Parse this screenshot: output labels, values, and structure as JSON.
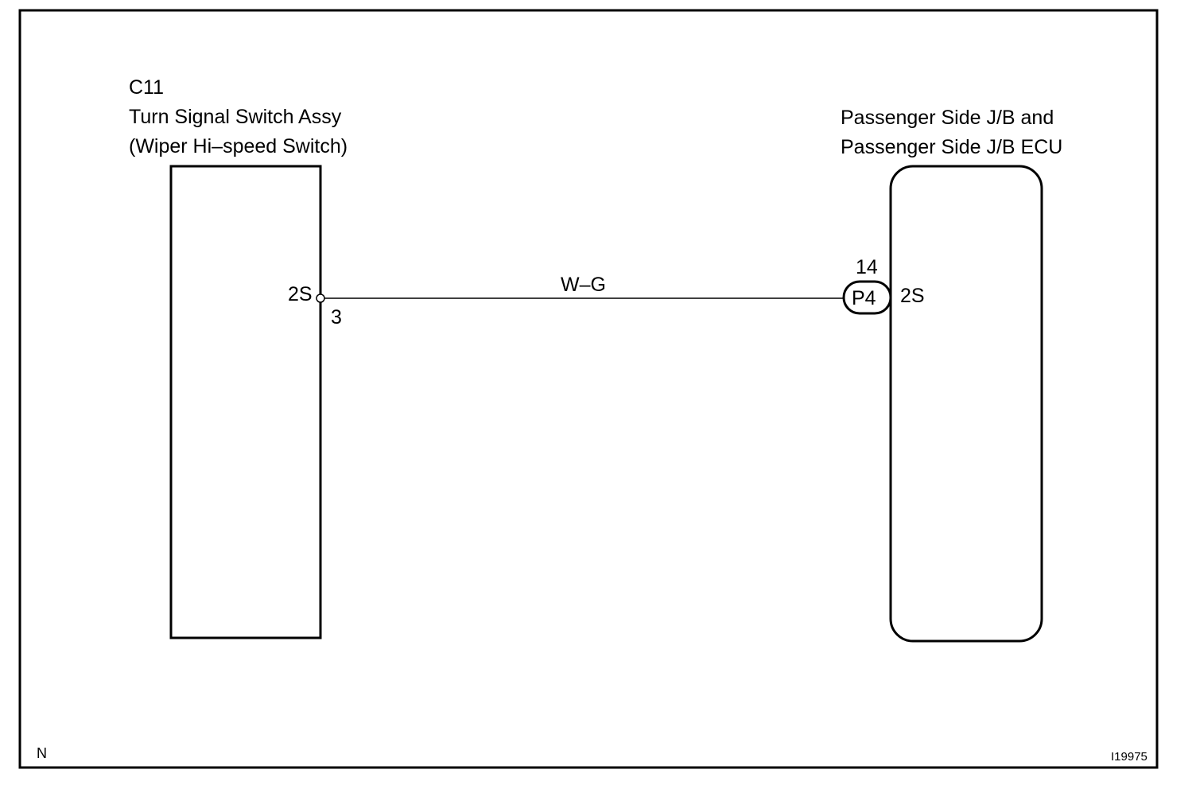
{
  "frame": {
    "corner_code": "N",
    "figure_id": "I19975"
  },
  "left_component": {
    "connector_code": "C11",
    "name": "Turn Signal Switch Assy",
    "subname": "(Wiper Hi–speed Switch)",
    "terminal_label": "2S",
    "pin_number": "3"
  },
  "right_component": {
    "name_line1": "Passenger Side J/B and",
    "name_line2": "Passenger Side J/B ECU",
    "connector_code": "P4",
    "pin_number": "14",
    "terminal_label": "2S"
  },
  "wire": {
    "color_code": "W–G"
  }
}
